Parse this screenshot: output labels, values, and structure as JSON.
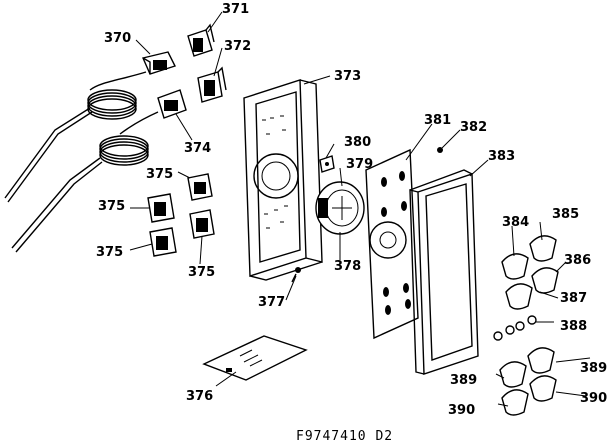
{
  "labels": {
    "p370": "370",
    "p371": "371",
    "p372": "372",
    "p373": "373",
    "p374": "374",
    "p375a": "375",
    "p375b": "375",
    "p375c": "375",
    "p375d": "375",
    "p376": "376",
    "p377": "377",
    "p378": "378",
    "p379": "379",
    "p380": "380",
    "p381": "381",
    "p382": "382",
    "p383": "383",
    "p384": "384",
    "p385": "385",
    "p386": "386",
    "p387": "387",
    "p388": "388",
    "p389a": "389",
    "p389b": "389",
    "p390a": "390",
    "p390b": "390"
  },
  "caption": "F9747410 D2"
}
